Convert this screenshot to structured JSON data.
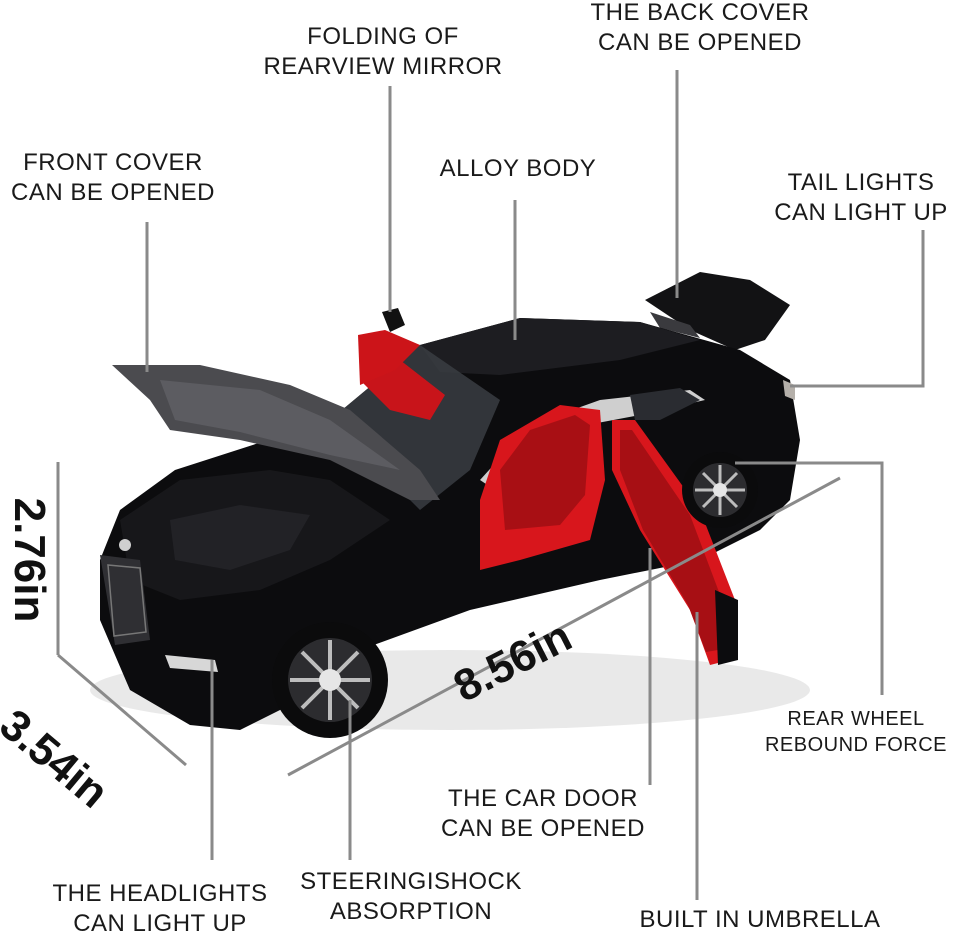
{
  "colors": {
    "body": "#0c0c0e",
    "interior": "#d8161c",
    "callout_line": "#8a8a8a",
    "label_text": "#1a1a1a"
  },
  "callouts": {
    "folding_mirror": [
      "FOLDING OF",
      "REARVIEW MIRROR"
    ],
    "back_cover": [
      "THE BACK COVER",
      "CAN BE OPENED"
    ],
    "front_cover": [
      "FRONT COVER",
      "CAN BE OPENED"
    ],
    "alloy_body": [
      "ALLOY BODY"
    ],
    "tail_lights": [
      "TAIL LIGHTS",
      "CAN LIGHT UP"
    ],
    "rear_wheel": [
      "REAR WHEEL",
      "REBOUND FORCE"
    ],
    "car_door": [
      "THE CAR DOOR",
      "CAN BE OPENED"
    ],
    "headlights": [
      "THE HEADLIGHTS",
      "CAN LIGHT UP"
    ],
    "steering": [
      "STEERINGISHOCK",
      "ABSORPTION"
    ],
    "umbrella": [
      "BUILT IN UMBRELLA"
    ]
  },
  "dimensions": {
    "height": "2.76in",
    "width": "3.54in",
    "length": "8.56in"
  }
}
